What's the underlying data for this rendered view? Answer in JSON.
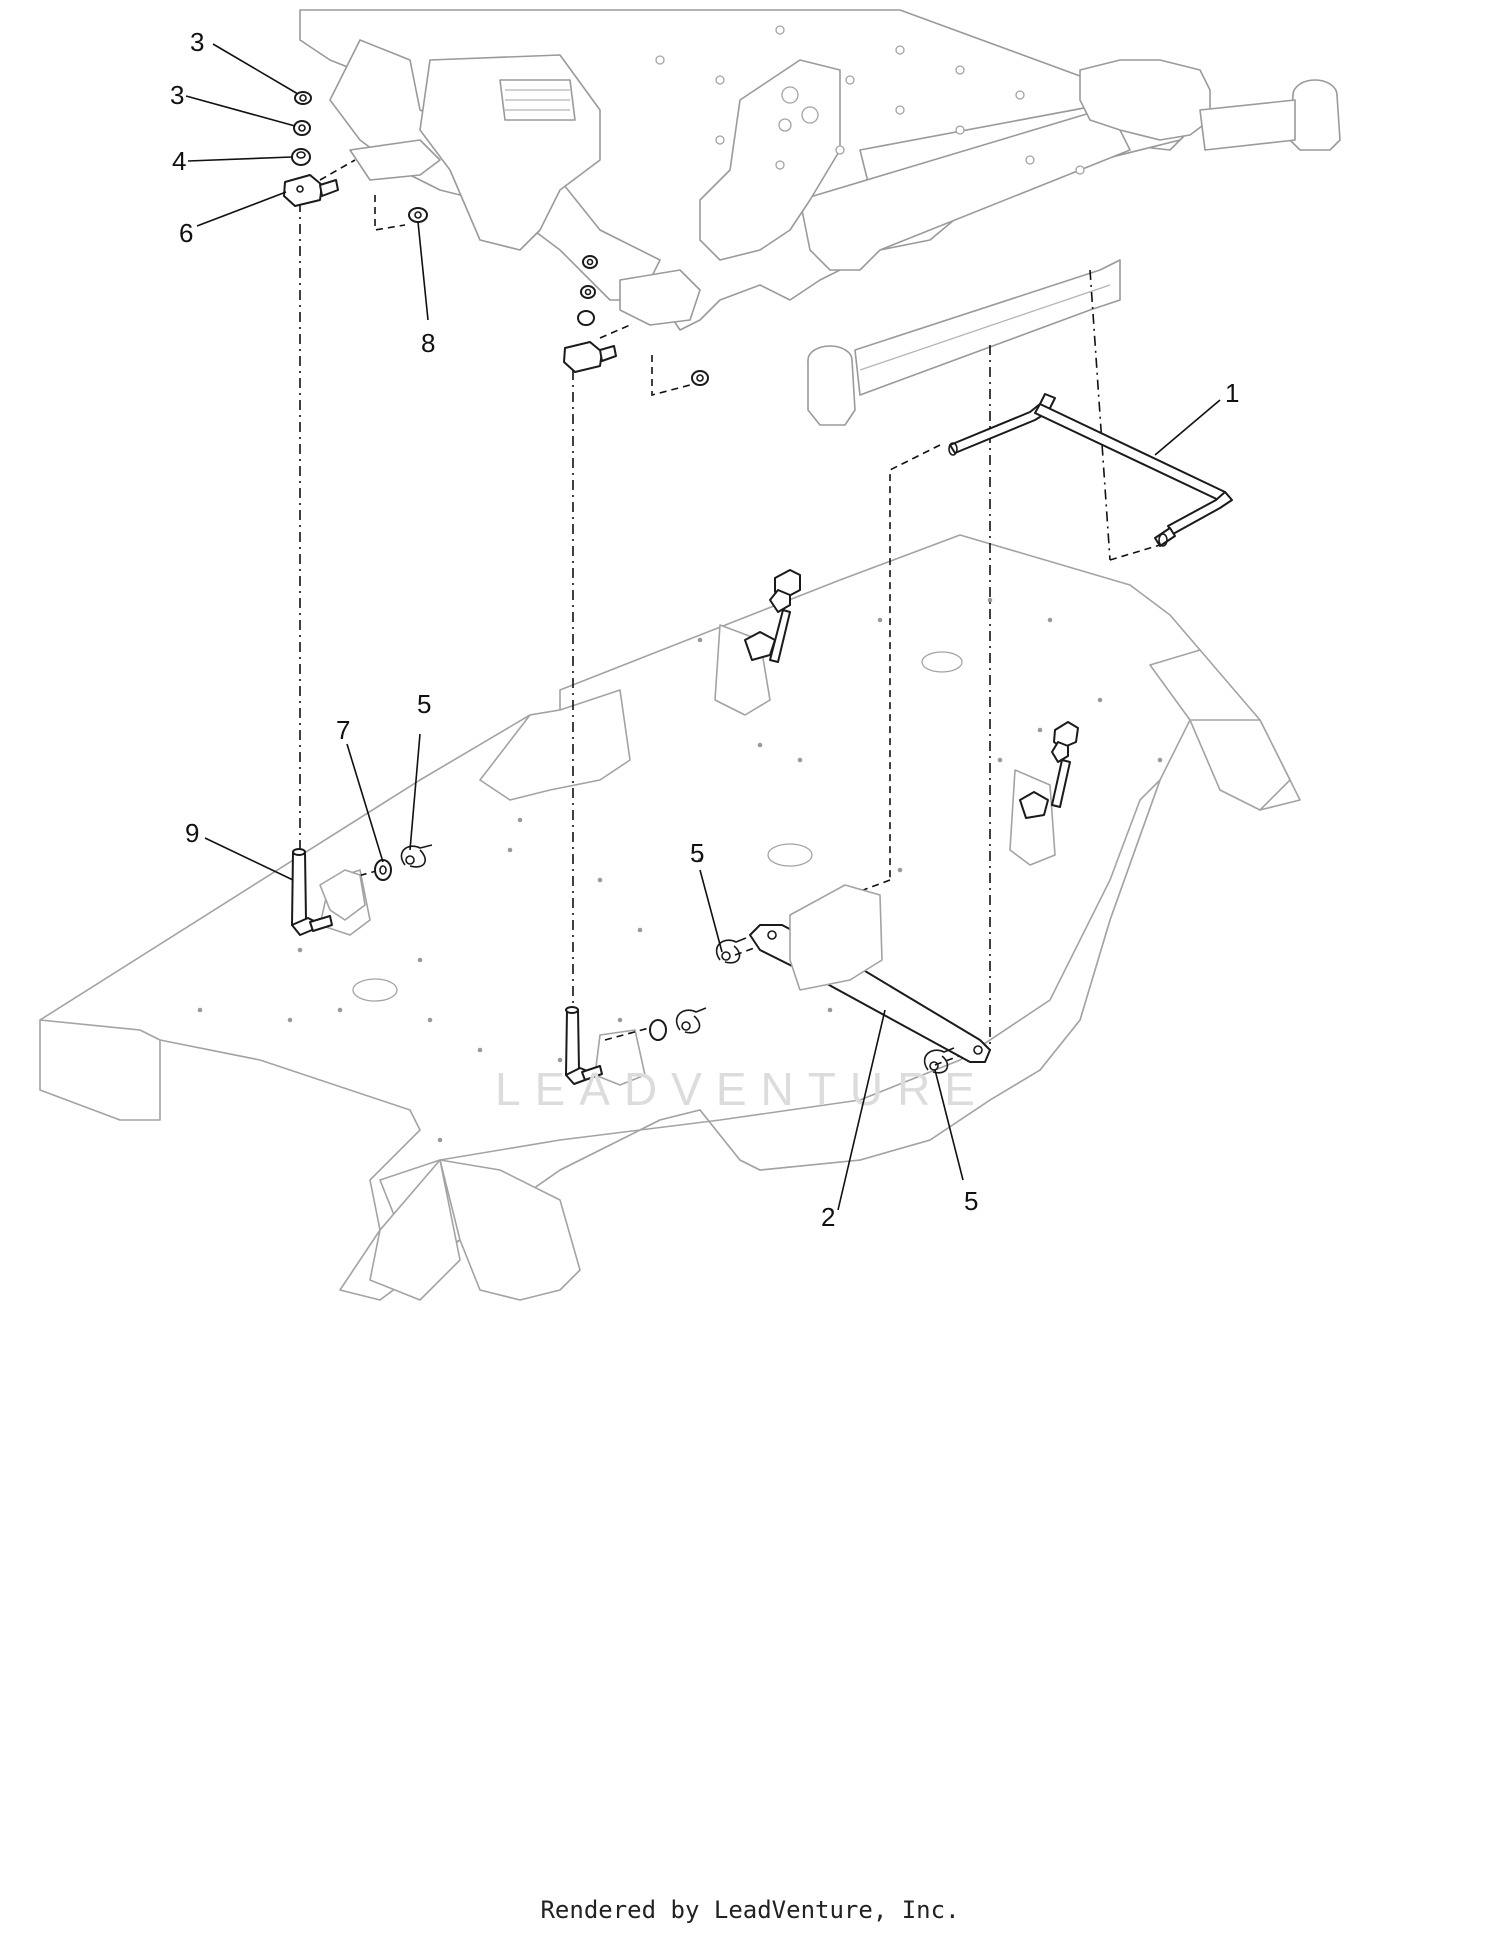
{
  "diagram": {
    "callouts": [
      {
        "id": "c3a",
        "text": "3"
      },
      {
        "id": "c3b",
        "text": "3"
      },
      {
        "id": "c4",
        "text": "4"
      },
      {
        "id": "c6",
        "text": "6"
      },
      {
        "id": "c8",
        "text": "8"
      },
      {
        "id": "c1",
        "text": "1"
      },
      {
        "id": "c7",
        "text": "7"
      },
      {
        "id": "c5a",
        "text": "5"
      },
      {
        "id": "c9",
        "text": "9"
      },
      {
        "id": "c5b",
        "text": "5"
      },
      {
        "id": "c2",
        "text": "2"
      },
      {
        "id": "c5c",
        "text": "5"
      }
    ],
    "watermark": "LEADVENTURE"
  },
  "footer": {
    "text": "Rendered by LeadVenture, Inc."
  }
}
